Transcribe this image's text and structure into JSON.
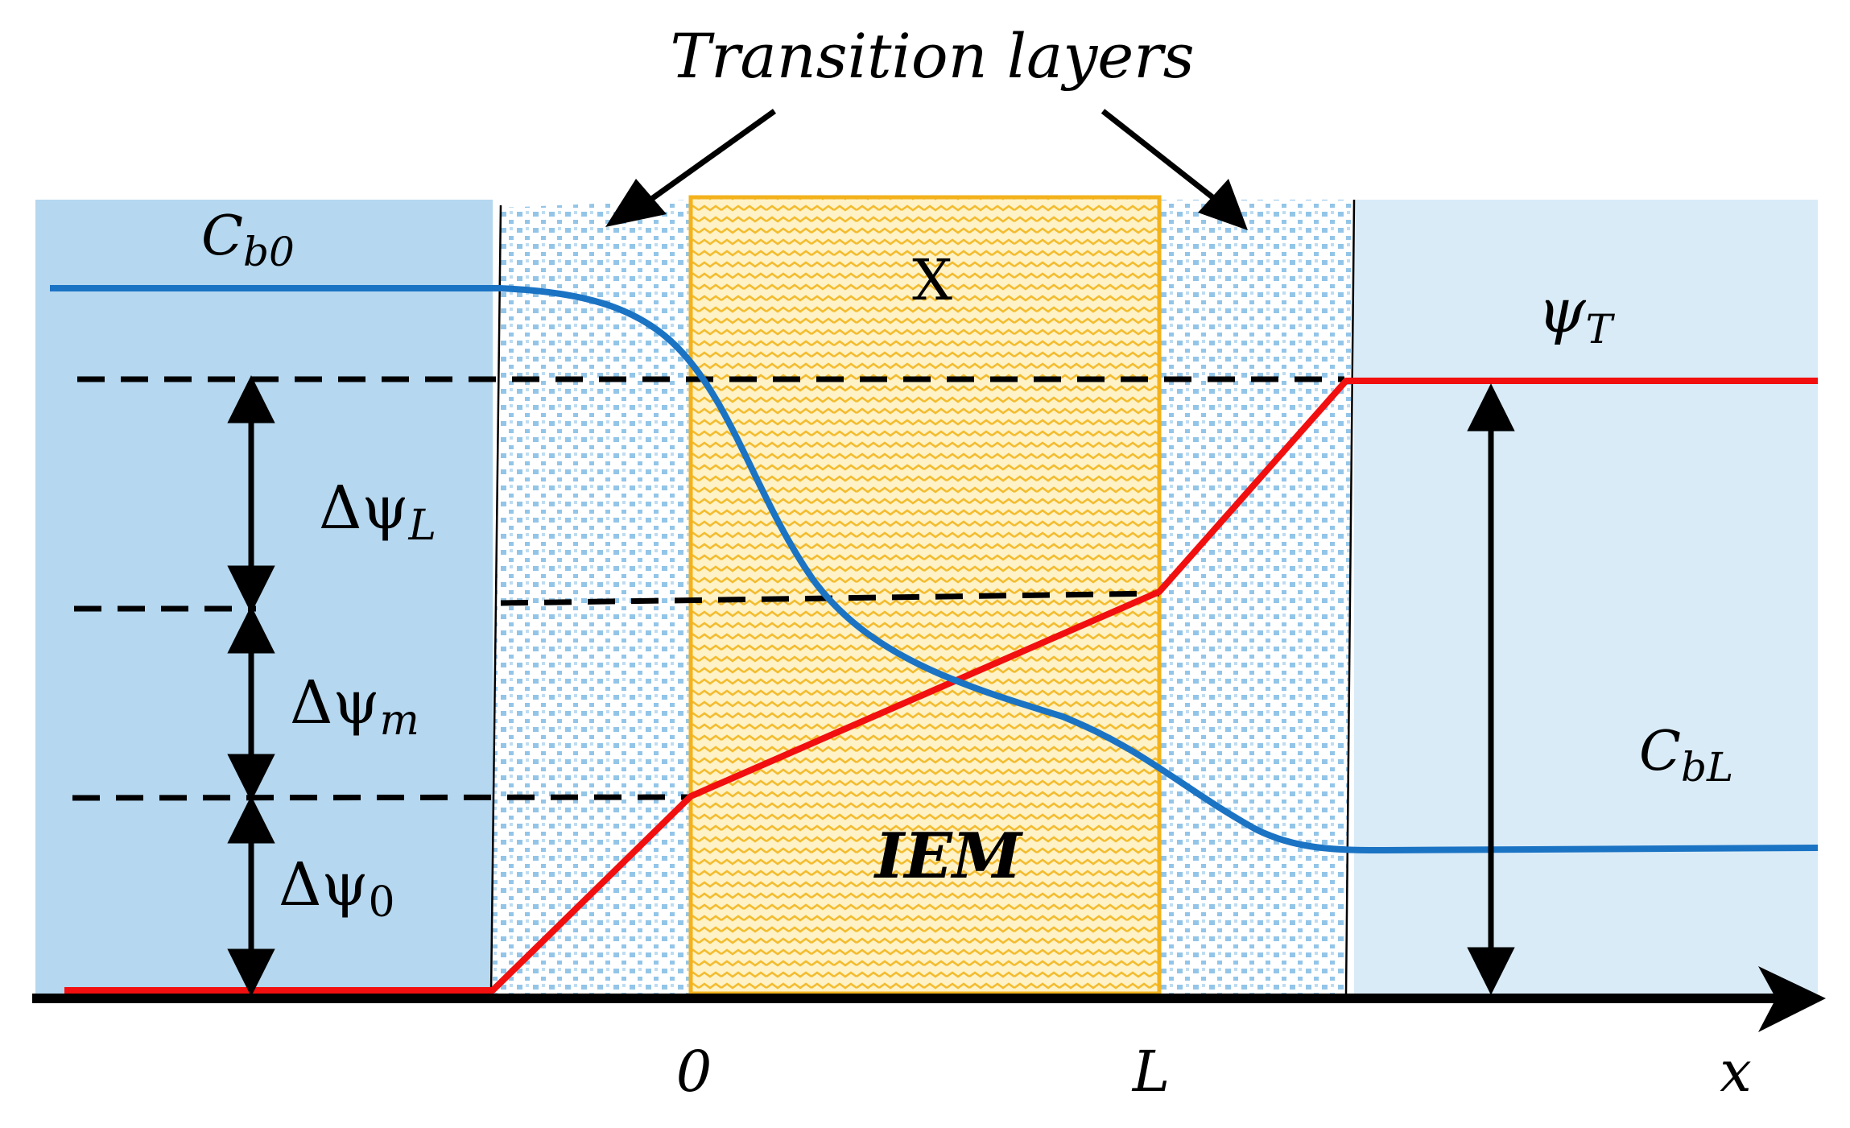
{
  "title": "Transition layers",
  "labels": {
    "cb0": {
      "main": "C",
      "sub": "b0"
    },
    "cbl": {
      "main": "C",
      "sub": "bL"
    },
    "psi_t": {
      "main": "ψ",
      "sub": "T"
    },
    "x_region": "X",
    "iem": "IEM",
    "dpsi_l": {
      "main": "Δψ",
      "sub": "L"
    },
    "dpsi_m": {
      "main": "Δψ",
      "sub": "m"
    },
    "dpsi_0": {
      "main": "Δψ",
      "sub": "0"
    },
    "axis_zero": "0",
    "axis_l": "L",
    "axis_x": "x"
  },
  "colors": {
    "left_bath": "#b5d7ef",
    "right_bath": "#d9ebf7",
    "transition_pattern": "#93c5e8",
    "membrane_fill": "#fff2c6",
    "membrane_pattern": "#f3bc2f",
    "membrane_border": "#f3b21c",
    "concentration_curve": "#1b73c4",
    "potential_curve": "#f20f0f",
    "ink": "#000000"
  }
}
